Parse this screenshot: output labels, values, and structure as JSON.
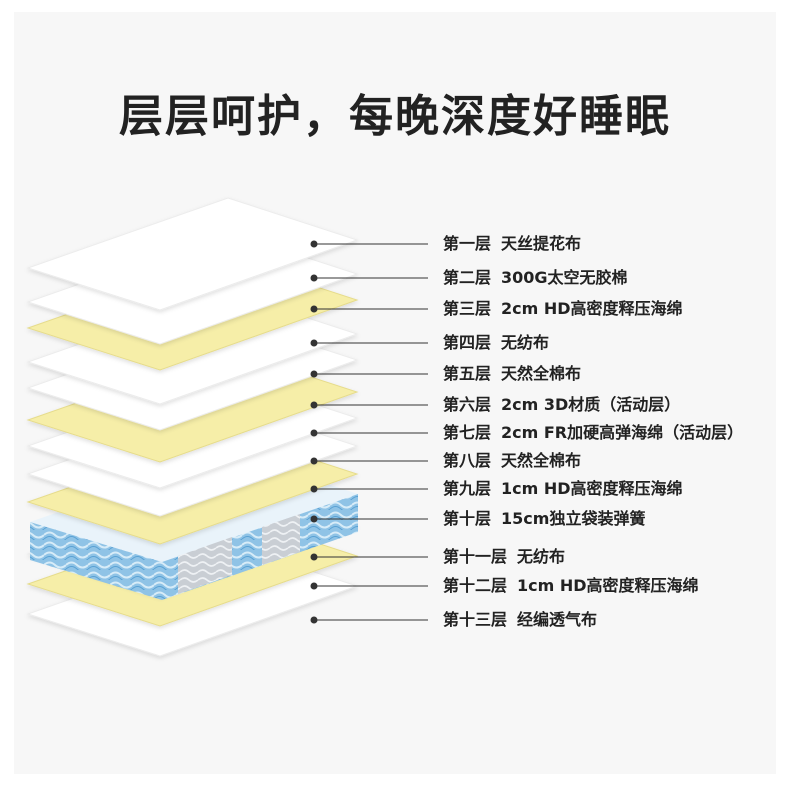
{
  "title": "层层呵护，每晚深度好睡眠",
  "colors": {
    "white_layer": "#ffffff",
    "foam_layer": "#f6eea8",
    "spring_layer": "#8fc3e6",
    "leader_line": "#333333",
    "title_text": "#222222"
  },
  "layers": [
    {
      "level": "第一层",
      "material": "天丝提花布"
    },
    {
      "level": "第二层",
      "material": "300G太空无胶棉"
    },
    {
      "level": "第三层",
      "material": "2cm HD高密度释压海绵"
    },
    {
      "level": "第四层",
      "material": "无纺布"
    },
    {
      "level": "第五层",
      "material": "天然全棉布"
    },
    {
      "level": "第六层",
      "material": "2cm 3D材质（活动层）"
    },
    {
      "level": "第七层",
      "material": "2cm FR加硬高弹海绵（活动层）"
    },
    {
      "level": "第八层",
      "material": "天然全棉布"
    },
    {
      "level": "第九层",
      "material": "1cm HD高密度释压海绵"
    },
    {
      "level": "第十层",
      "material": "15cm独立袋装弹簧"
    },
    {
      "level": "第十一层",
      "material": "无纺布"
    },
    {
      "level": "第十二层",
      "material": "1cm HD高密度释压海绵"
    },
    {
      "level": "第十三层",
      "material": "经编透气布"
    }
  ]
}
